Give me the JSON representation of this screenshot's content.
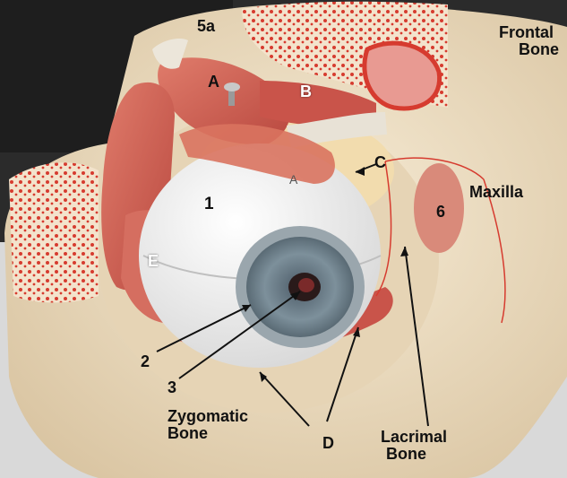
{
  "image": {
    "labels": {
      "fiveA": "5a",
      "a_upper": "A",
      "b": "B",
      "c": "C",
      "one": "1",
      "a_eye": "A",
      "e": "E",
      "six": "6",
      "two": "2",
      "three": "3",
      "d": "D",
      "frontal_line1": "Frontal",
      "frontal_line2": "Bone",
      "maxilla": "Maxilla",
      "zygomatic_line1": "Zygomatic",
      "zygomatic_line2": "Bone",
      "lacrimal_line1": "Lacrimal",
      "lacrimal_line2": "Bone"
    },
    "colors": {
      "background": "#2a2a2a",
      "bone": "#efe0c6",
      "muscle": "#cf6a5c",
      "sclera": "#f4f4f4",
      "iris": "#6d7f8a",
      "pupil": "#1f1414"
    }
  }
}
